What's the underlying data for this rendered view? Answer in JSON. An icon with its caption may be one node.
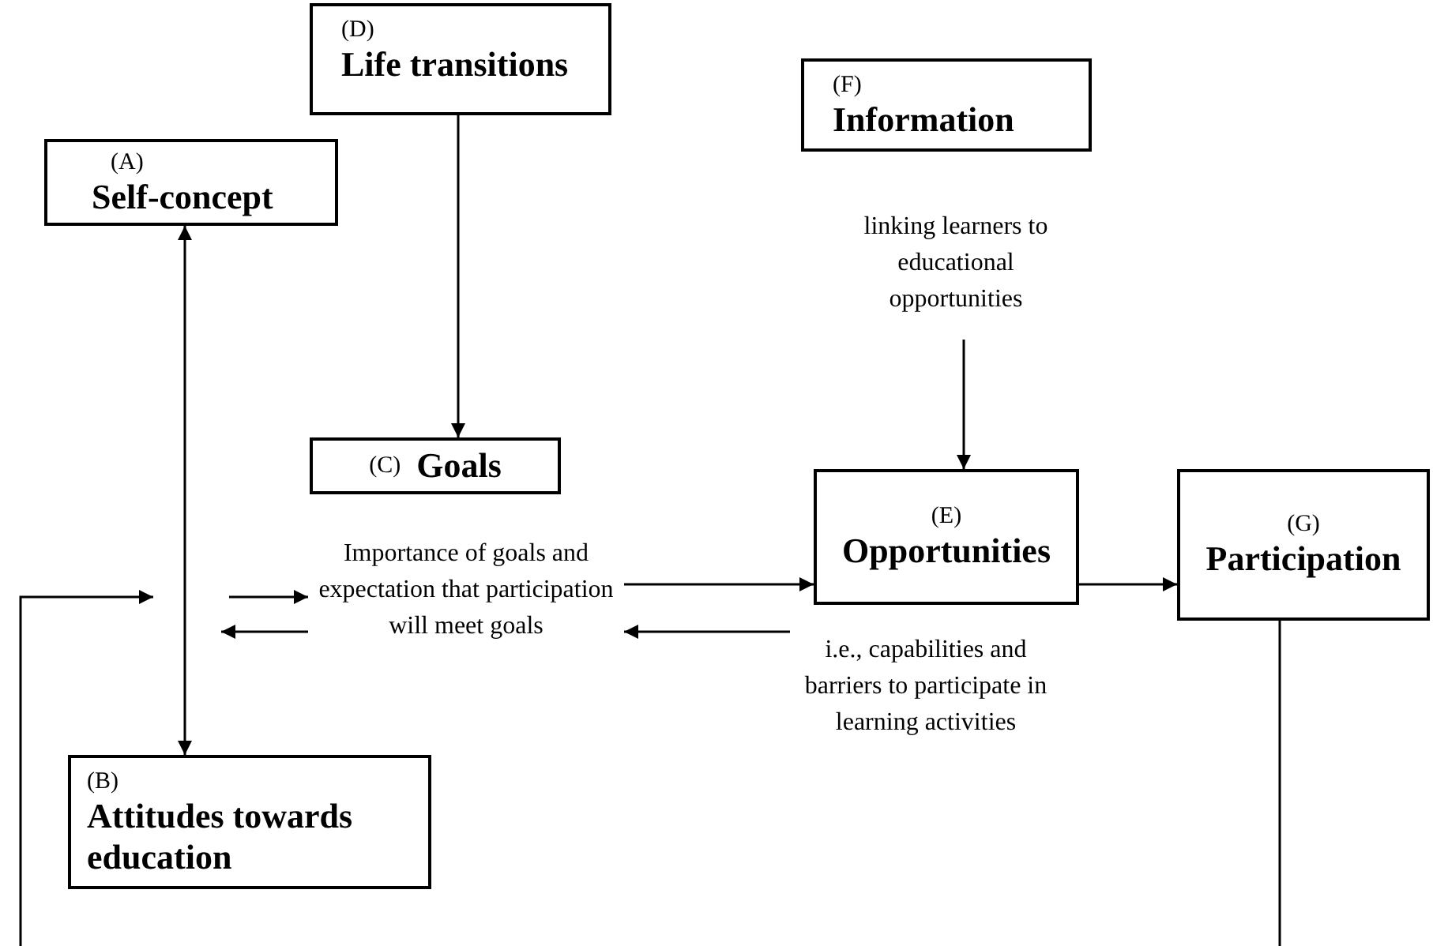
{
  "diagram": {
    "nodes": [
      {
        "text": [
          "(A)",
          "Self-concept"
        ]
      },
      {
        "text": [
          "(D)",
          "Life transitions"
        ]
      },
      {
        "text": [
          "(F)",
          "Information"
        ]
      },
      {
        "text": [
          "linking learners to educational opportunities"
        ]
      },
      {
        "text": [
          "(C)",
          "Goals"
        ]
      },
      {
        "text": [
          "Importance of goals and expectation that participation will meet goals"
        ]
      },
      {
        "text": [
          "(E)",
          "Opportunities"
        ]
      },
      {
        "text": [
          "i.e., capabilities and barriers to participate in learning activities"
        ]
      },
      {
        "text": [
          "(G)",
          "Participation"
        ]
      },
      {
        "text": [
          "(B)",
          "Attitudes towards education"
        ]
      }
    ],
    "edges": [
      {
        "from": 1,
        "to": 4,
        "arrow": "to"
      },
      {
        "from": 3,
        "to": 6,
        "arrow": "to"
      },
      {
        "from": 6,
        "to": 8,
        "arrow": "to"
      },
      {
        "from": 0,
        "to": 9,
        "arrow": "both"
      },
      {
        "from": 5,
        "to": 6,
        "arrow": "to"
      },
      {
        "from": 7,
        "to": 5,
        "arrow": "to"
      },
      {
        "from": null,
        "to": 5,
        "arrow": "to"
      },
      {
        "from": 5,
        "to": null,
        "arrow": "to"
      },
      {
        "from": 8,
        "to": null,
        "arrow": "to"
      }
    ]
  }
}
